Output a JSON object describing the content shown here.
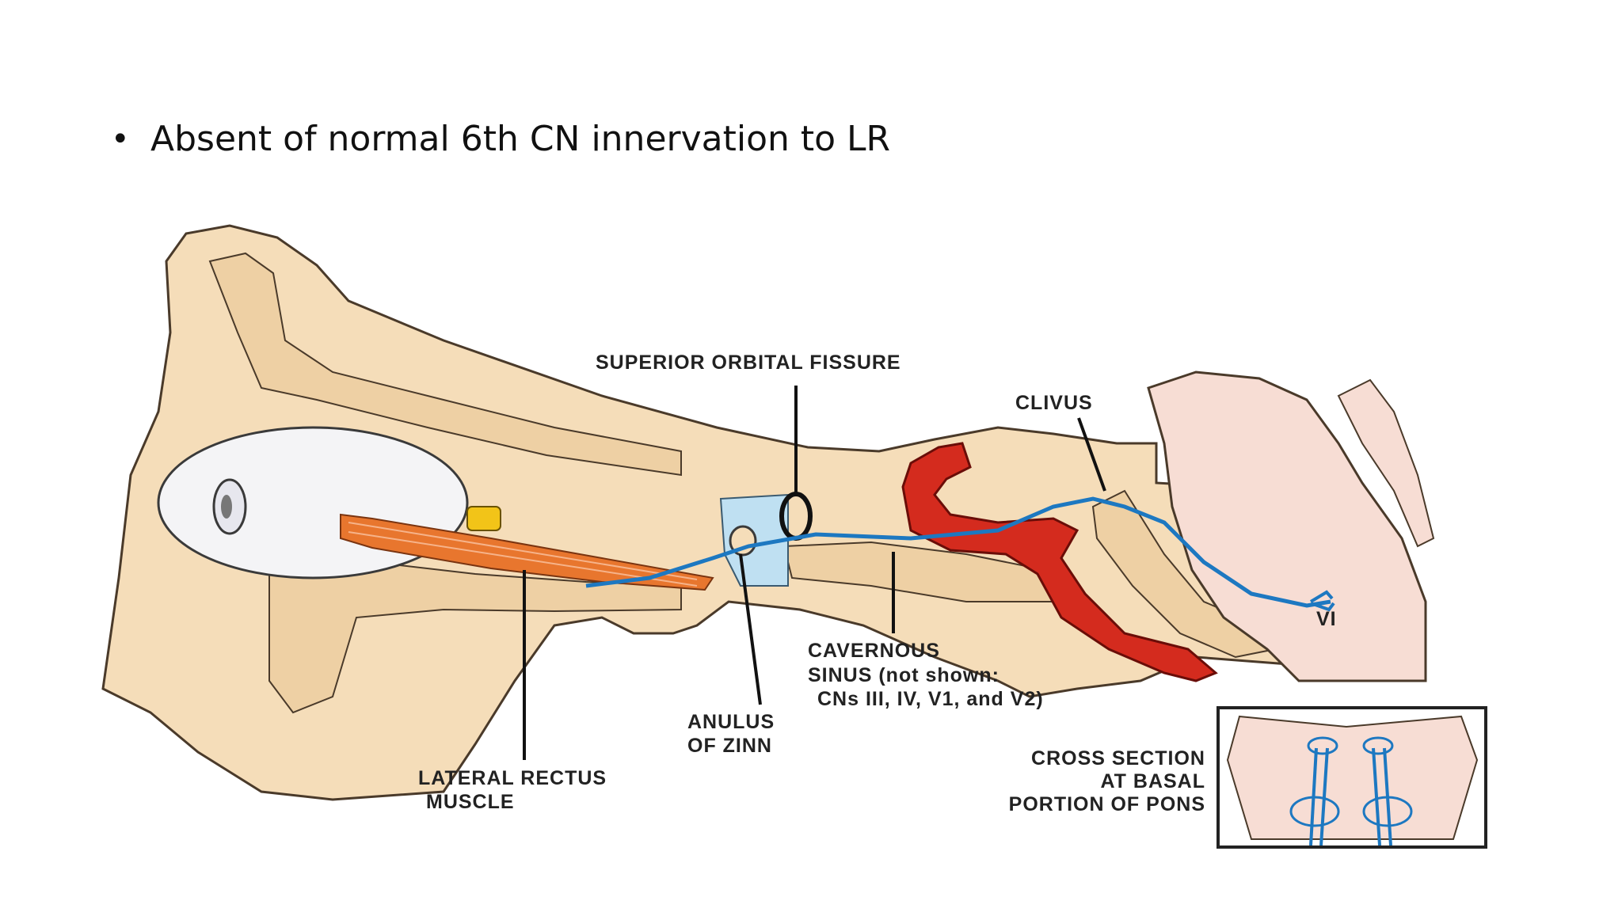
{
  "slide": {
    "bullet_text": "Absent of normal 6th CN innervation to LR",
    "bullet_symbol": "•"
  },
  "diagram": {
    "labels": {
      "superior_orbital_fissure": "SUPERIOR ORBITAL FISSURE",
      "clivus": "CLIVUS",
      "cavernous_sinus": [
        "CAVERNOUS",
        "SINUS (not shown:",
        "CNs III, IV, V1, and V2)"
      ],
      "anulus_of_zinn": [
        "ANULUS",
        "OF ZINN"
      ],
      "lateral_rectus": [
        "LATERAL RECTUS",
        "MUSCLE"
      ],
      "cross_section": [
        "CROSS SECTION",
        "AT BASAL",
        "PORTION OF PONS"
      ],
      "nerve": "VI"
    },
    "colors": {
      "bone": "#f5ddb9",
      "bone_cancellous": "#eed0a4",
      "brainstem": "#f7ddd4",
      "muscle": "#e8762e",
      "artery": "#d42b1e",
      "nerve": "#1d78c1",
      "fissure": "#bfe0f2",
      "tendon": "#f2c418"
    }
  }
}
